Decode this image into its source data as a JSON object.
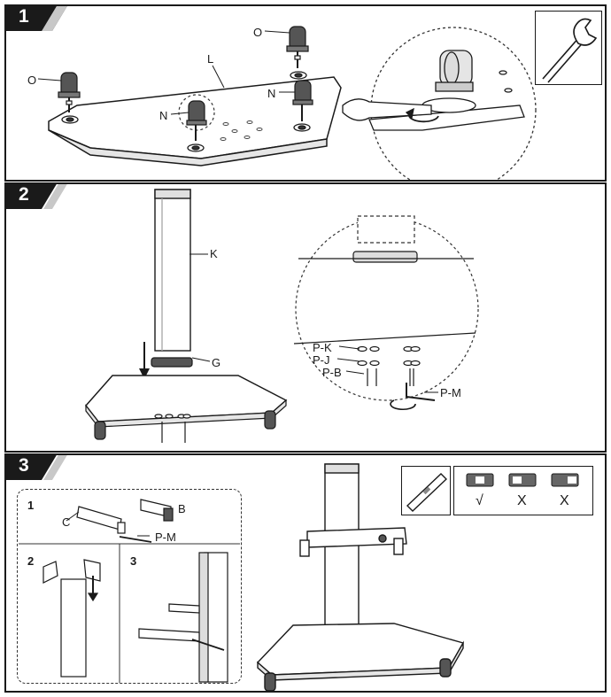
{
  "steps": [
    {
      "number": "1"
    },
    {
      "number": "2"
    },
    {
      "number": "3"
    }
  ],
  "step1": {
    "labels": {
      "caster_brake_a": "O",
      "caster_brake_b": "O",
      "base": "L",
      "caster_plain_a": "N",
      "caster_plain_b": "N"
    }
  },
  "step2": {
    "labels": {
      "column": "K",
      "cap": "G",
      "washer_k": "P-K",
      "washer_j": "P-J",
      "bolt_b": "P-B",
      "hex_key": "P-M"
    }
  },
  "step3": {
    "sub_steps": [
      "1",
      "2",
      "3"
    ],
    "labels": {
      "bracket_c": "C",
      "bracket_b": "B",
      "hex_key": "P-M"
    },
    "level_marks": [
      "√",
      "X",
      "X"
    ]
  }
}
